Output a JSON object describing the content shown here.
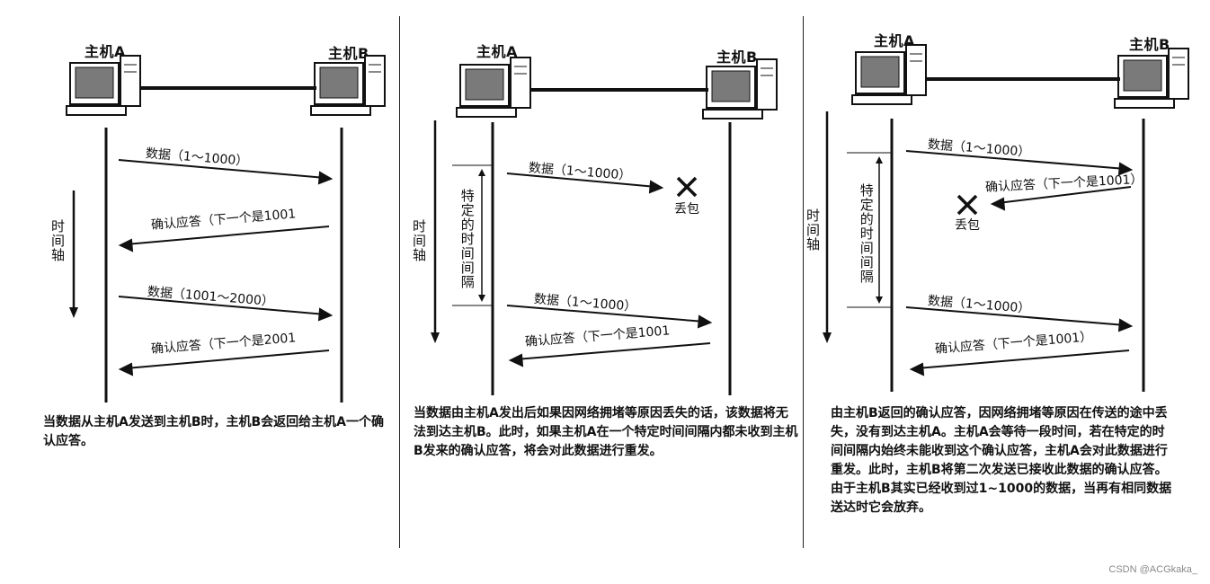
{
  "panels": [
    {
      "hostA": "主机A",
      "hostB": "主机B",
      "time_axis": "时间轴",
      "messages": [
        "数据（1～1000）",
        "确认应答（下一个是1001",
        "数据（1001～2000）",
        "确认应答（下一个是2001"
      ],
      "caption": "当数据从主机A发送到主机B时，主机B会返回给主机A一个确认应答。"
    },
    {
      "hostA": "主机A",
      "hostB": "主机B",
      "time_axis": "时间轴",
      "interval": "特定的时间间隔",
      "lost": "丢包",
      "messages": [
        "数据（1～1000）",
        "数据（1～1000）",
        "确认应答（下一个是1001"
      ],
      "caption": "当数据由主机A发出后如果因网络拥堵等原因丢失的话，该数据将无法到达主机B。此时，如果主机A在一个特定时间间隔内都未收到主机B发来的确认应答，将会对此数据进行重发。"
    },
    {
      "hostA": "主机A",
      "hostB": "主机B",
      "time_axis": "时间轴",
      "interval": "特定的时间间隔",
      "lost": "丢包",
      "messages": [
        "数据（1～1000）",
        "确认应答（下一个是1001）",
        "数据（1～1000）",
        "确认应答（下一个是1001）"
      ],
      "caption": "由主机B返回的确认应答，因网络拥堵等原因在传送的途中丢失，没有到达主机A。主机A会等待一段时间，若在特定的时间间隔内始终未能收到这个确认应答，主机A会对此数据进行重发。此时，主机B将第二次发送已接收此数据的确认应答。由于主机B其实已经收到过1~1000的数据，当再有相同数据送达时它会放弃。"
    }
  ],
  "watermark": "CSDN @ACGkaka_",
  "colors": {
    "ink": "#111111",
    "screen": "#777777"
  },
  "icons": [
    "computer-icon",
    "arrow-icon",
    "cross-icon"
  ]
}
